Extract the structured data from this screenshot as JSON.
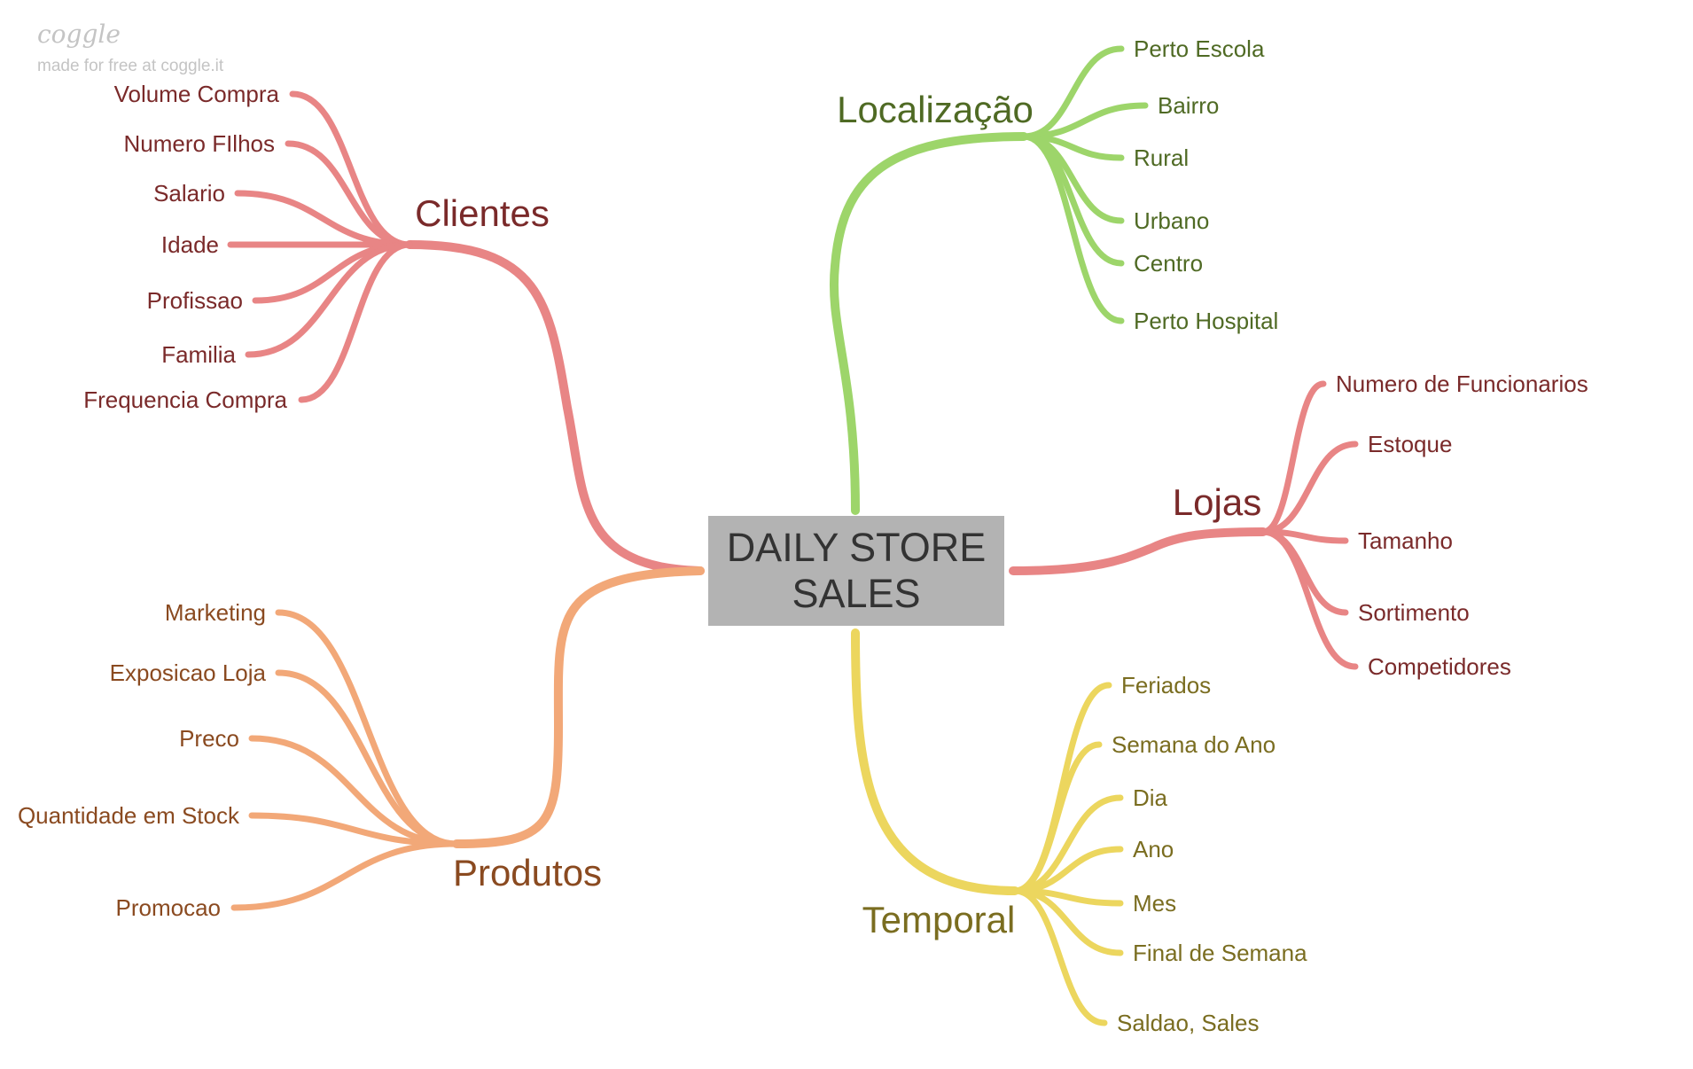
{
  "watermark": {
    "brand": "coggle",
    "tagline": "made for free at coggle.it"
  },
  "central": {
    "lines": [
      "DAILY STORE",
      "SALES"
    ],
    "color": "#b3b3b3",
    "text_color": "#333333"
  },
  "branches": [
    {
      "id": "clientes",
      "label": "Clientes",
      "line_color": "#e88585",
      "text_color": "#7a2a2a",
      "items": [
        "Volume Compra",
        "Numero FIlhos",
        "Salario",
        "Idade",
        "Profissao",
        "Familia",
        "Frequencia Compra"
      ]
    },
    {
      "id": "produtos",
      "label": "Produtos",
      "line_color": "#f2a878",
      "text_color": "#8a4a20",
      "items": [
        "Marketing",
        "Exposicao Loja",
        "Preco",
        "Quantidade em Stock",
        "Promocao"
      ]
    },
    {
      "id": "localizacao",
      "label": "Localização",
      "line_color": "#9dd56a",
      "text_color": "#4f6a24",
      "items": [
        "Perto Escola",
        "Bairro",
        "Rural",
        "Urbano",
        "Centro",
        "Perto Hospital"
      ]
    },
    {
      "id": "lojas",
      "label": "Lojas",
      "line_color": "#e88585",
      "text_color": "#7a2a2a",
      "items": [
        "Numero de Funcionarios",
        "Estoque",
        "Tamanho",
        "Sortimento",
        "Competidores"
      ]
    },
    {
      "id": "temporal",
      "label": "Temporal",
      "line_color": "#ecd65e",
      "text_color": "#7a6d20",
      "items": [
        "Feriados",
        "Semana do Ano",
        "Dia",
        "Ano",
        "Mes",
        "Final de Semana",
        "Saldao, Sales"
      ]
    }
  ]
}
